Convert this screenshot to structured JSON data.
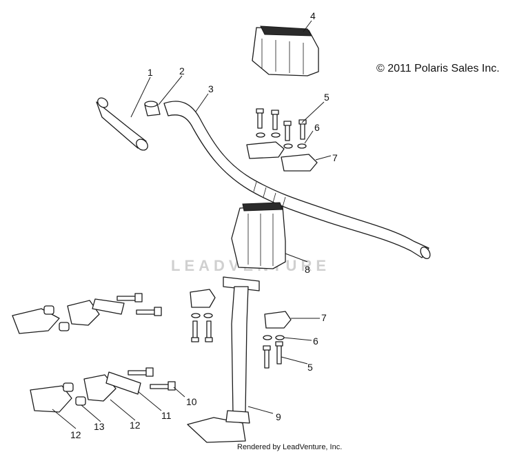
{
  "copyright": "© 2011 Polaris Sales Inc.",
  "footer": "Rendered by LeadVenture, Inc.",
  "watermark": "LEADVENTURE",
  "callouts": {
    "c1": "1",
    "c2": "2",
    "c3": "3",
    "c4": "4",
    "c5a": "5",
    "c6a": "6",
    "c7a": "7",
    "c8": "8",
    "c7b": "7",
    "c6b": "6",
    "c5b": "5",
    "c9": "9",
    "c10": "10",
    "c11": "11",
    "c12a": "12",
    "c12b": "12",
    "c13": "13"
  }
}
